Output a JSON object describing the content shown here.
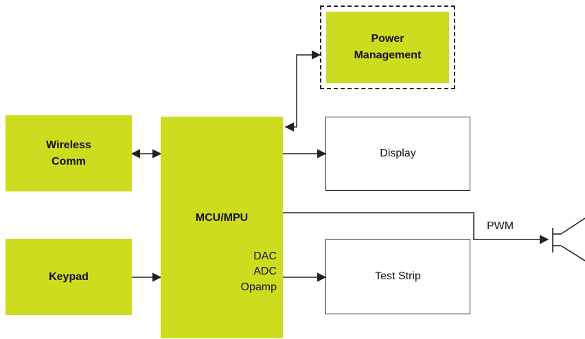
{
  "diagram": {
    "blocks": {
      "power_management": {
        "line1": "Power",
        "line2": "Management"
      },
      "wireless_comm": {
        "line1": "Wireless",
        "line2": "Comm"
      },
      "keypad": {
        "label": "Keypad"
      },
      "mcu": {
        "label": "MCU/MPU",
        "dac": "DAC",
        "adc": "ADC",
        "opamp": "Opamp"
      },
      "display": {
        "label": "Display"
      },
      "test_strip": {
        "label": "Test Strip"
      }
    },
    "connections": {
      "pwm_label": "PWM"
    }
  },
  "colors": {
    "block_fill": "#cddc1f",
    "line": "#222222"
  }
}
